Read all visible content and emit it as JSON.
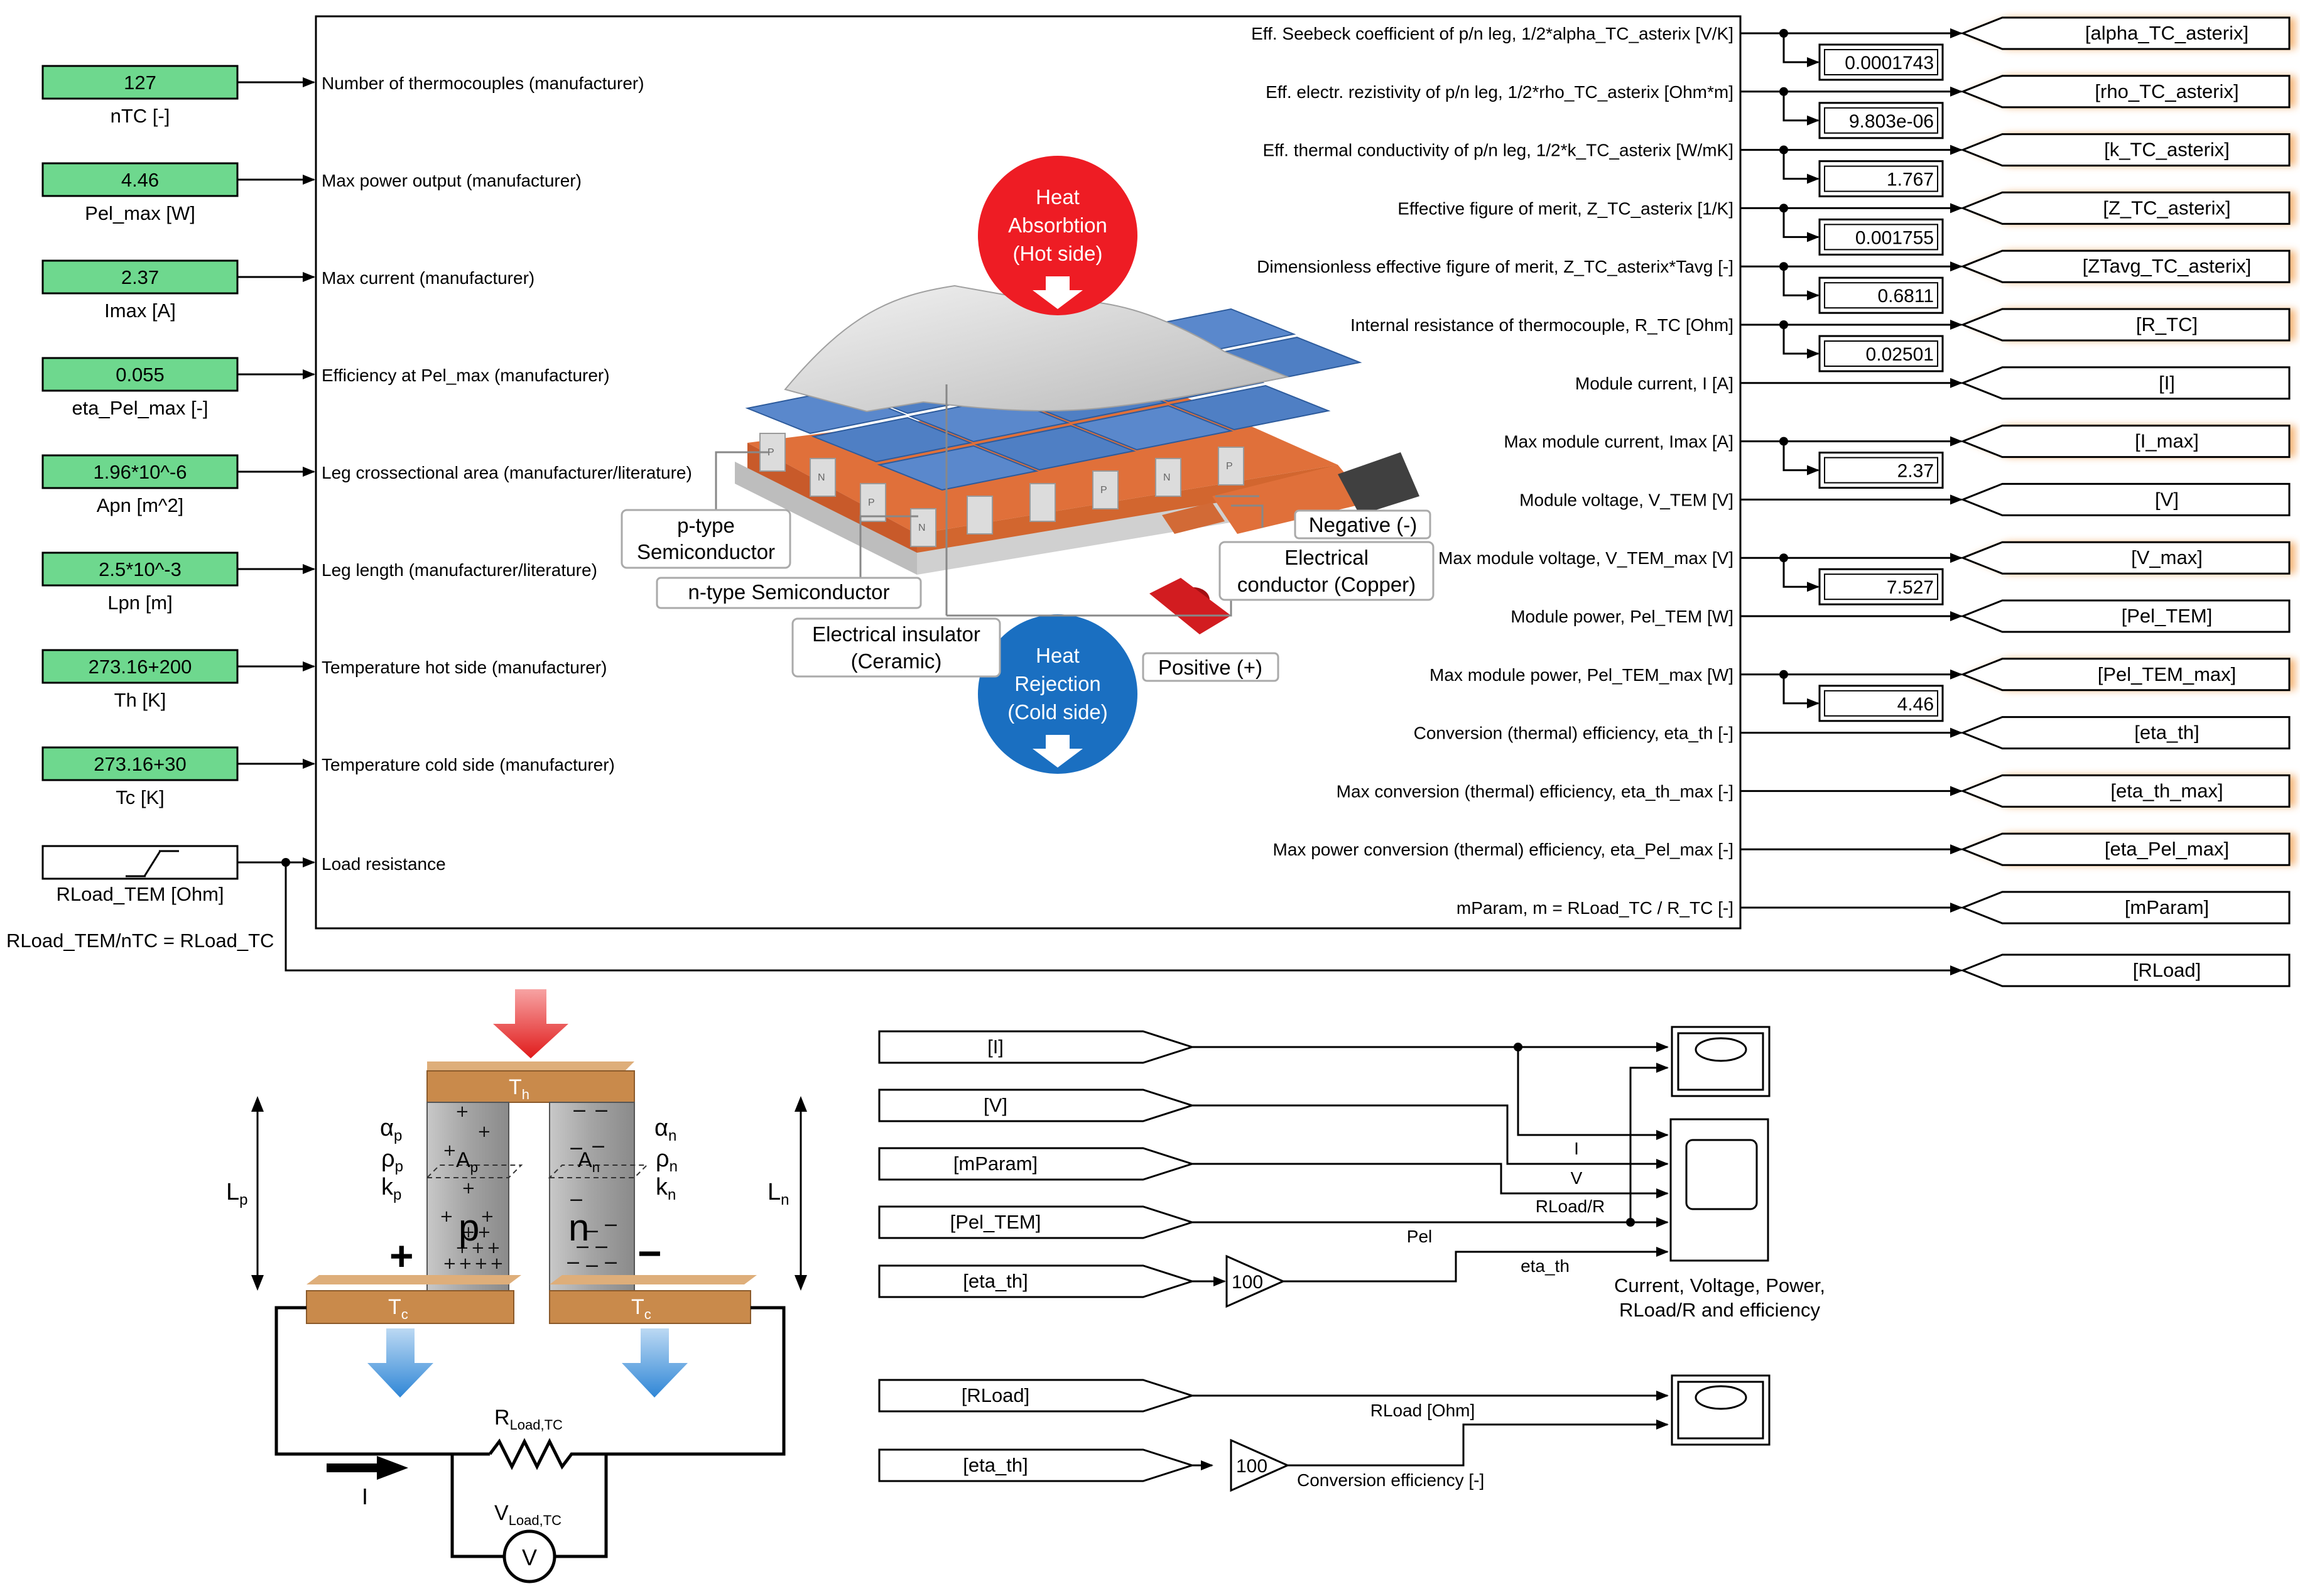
{
  "inputs": [
    {
      "value": "127",
      "name": "nTC [-]",
      "port": "Number of thermocouples (manufacturer)"
    },
    {
      "value": "4.46",
      "name": "Pel_max [W]",
      "port": "Max power output (manufacturer)"
    },
    {
      "value": "2.37",
      "name": "Imax [A]",
      "port": "Max current (manufacturer)"
    },
    {
      "value": "0.055",
      "name": "eta_Pel_max [-]",
      "port": "Efficiency at Pel_max (manufacturer)"
    },
    {
      "value": "1.96*10^-6",
      "name": "Apn [m^2]",
      "port": "Leg crossectional area (manufacturer/literature)"
    },
    {
      "value": "2.5*10^-3",
      "name": "Lpn [m]",
      "port": "Leg length  (manufacturer/literature)"
    },
    {
      "value": "273.16+200",
      "name": "Th [K]",
      "port": "Temperature hot side (manufacturer)"
    },
    {
      "value": "273.16+30",
      "name": "Tc [K]",
      "port": "Temperature cold side (manufacturer)"
    }
  ],
  "load_input": {
    "name": "RLoad_TEM [Ohm]",
    "port": "Load resistance",
    "formula": "RLoad_TEM/nTC = RLoad_TC"
  },
  "outputs": [
    {
      "port": "Eff. Seebeck coefficient of p/n leg, 1/2*alpha_TC_asterix [V/K]",
      "display": "0.0001743",
      "tag": "[alpha_TC_asterix]",
      "glow": true
    },
    {
      "port": "Eff. electr. rezistivity of p/n leg, 1/2*rho_TC_asterix [Ohm*m]",
      "display": "9.803e-06",
      "tag": "[rho_TC_asterix]",
      "glow": true
    },
    {
      "port": "Eff. thermal conductivity of p/n leg, 1/2*k_TC_asterix [W/mK]",
      "display": "1.767",
      "tag": "[k_TC_asterix]",
      "glow": true
    },
    {
      "port": "Effective figure of merit, Z_TC_asterix [1/K]",
      "display": "0.001755",
      "tag": "[Z_TC_asterix]",
      "glow": true
    },
    {
      "port": "Dimensionless effective figure of merit, Z_TC_asterix*Tavg [-]",
      "display": "0.6811",
      "tag": "[ZTavg_TC_asterix]",
      "glow": true
    },
    {
      "port": "Internal resistance of thermocouple, R_TC [Ohm]",
      "display": "0.02501",
      "tag": "[R_TC]",
      "glow": true
    },
    {
      "port": "Module current, I [A]",
      "display": null,
      "tag": "[I]",
      "glow": false
    },
    {
      "port": "Max module current, Imax [A]",
      "display": "2.37",
      "tag": "[I_max]",
      "glow": true
    },
    {
      "port": "Module voltage, V_TEM [V]",
      "display": null,
      "tag": "[V]",
      "glow": false
    },
    {
      "port": "Max module voltage, V_TEM_max [V]",
      "display": "7.527",
      "tag": "[V_max]",
      "glow": true
    },
    {
      "port": "Module power, Pel_TEM [W]",
      "display": null,
      "tag": "[Pel_TEM]",
      "glow": false
    },
    {
      "port": "Max module power, Pel_TEM_max [W]",
      "display": "4.46",
      "tag": "[Pel_TEM_max]",
      "glow": true
    },
    {
      "port": "Conversion (thermal) efficiency, eta_th [-]",
      "display": null,
      "tag": "[eta_th]",
      "glow": false
    },
    {
      "port": "Max conversion (thermal) efficiency, eta_th_max [-]",
      "display": null,
      "tag": "[eta_th_max]",
      "glow": true
    },
    {
      "port": "Max power conversion (thermal) efficiency, eta_Pel_max [-]",
      "display": null,
      "tag": "[eta_Pel_max]",
      "glow": true
    },
    {
      "port": "mParam, m = RLoad_TC / R_TC [-]",
      "display": null,
      "tag": "[mParam]",
      "glow": false
    }
  ],
  "rload_tag": "[RLoad]",
  "module_illustration": {
    "heat_absorption": [
      "Heat",
      "Absorbtion",
      "(Hot side)"
    ],
    "heat_rejection": [
      "Heat",
      "Rejection",
      "(Cold side)"
    ],
    "p_type": [
      "p-type",
      "Semiconductor"
    ],
    "n_type": "n-type Semiconductor",
    "insulator": [
      "Electrical insulator",
      "(Ceramic)"
    ],
    "negative": "Negative (-)",
    "conductor": [
      "Electrical",
      "conductor (Copper)"
    ],
    "positive": "Positive (+)",
    "leg_p_letter": "P",
    "leg_n_letter": "N"
  },
  "thermocouple": {
    "Th": "T",
    "Th_sub": "h",
    "Tc": "T",
    "Tc_sub": "c",
    "alpha_p": "α",
    "alpha_p_sub": "p",
    "rho_p": "ρ",
    "rho_p_sub": "p",
    "k_p": "k",
    "k_p_sub": "p",
    "alpha_n": "α",
    "alpha_n_sub": "n",
    "rho_n": "ρ",
    "rho_n_sub": "n",
    "k_n": "k",
    "k_n_sub": "n",
    "Ap": "A",
    "Ap_sub": "p",
    "An": "A",
    "An_sub": "n",
    "Lp": "L",
    "Lp_sub": "p",
    "Ln": "L",
    "Ln_sub": "n",
    "p_letter": "p",
    "n_letter": "n",
    "plus": "+",
    "minus": "−",
    "R_load": "R",
    "R_load_sub": "Load,TC",
    "V_load": "V",
    "V_load_sub": "Load,TC",
    "V_meter": "V",
    "I": "I"
  },
  "scope_section": {
    "from_tags": [
      "[I]",
      "[V]",
      "[mParam]",
      "[Pel_TEM]",
      "[eta_th]"
    ],
    "gain": "100",
    "signals": [
      "I",
      "V",
      "RLoad/R",
      "Pel",
      "eta_th"
    ],
    "scope_caption": [
      "Current, Voltage, Power,",
      "RLoad/R and efficiency"
    ],
    "from_tags2": [
      "[RLoad]",
      "[eta_th]"
    ],
    "gain2": "100",
    "signal2_top": "RLoad [Ohm]",
    "signal2_bottom": "Conversion efficiency [-]"
  },
  "colors": {
    "const_green": "#6ed88e",
    "tag_glow": "#f4a55a",
    "heat_red": "#ee1c24",
    "heat_blue": "#1a6fc1",
    "copper": "#c98a4b",
    "tile_blue": "#4f7fc4"
  }
}
